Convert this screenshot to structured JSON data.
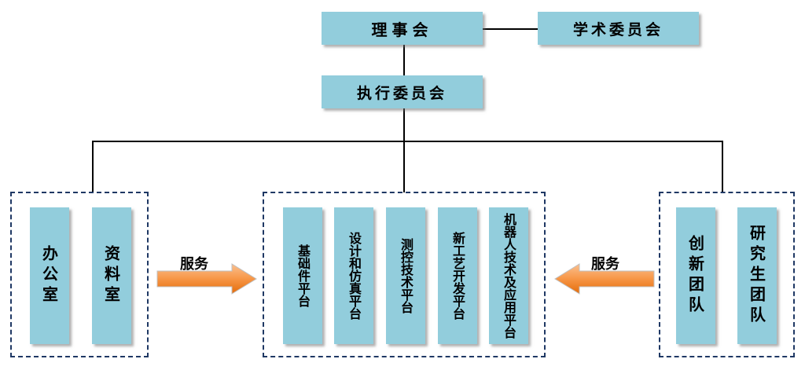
{
  "top": {
    "council": "理事会",
    "academic_committee": "学术委员会",
    "executive_committee": "执行委员会"
  },
  "left_group": {
    "office": "办公室",
    "archives": "资料室"
  },
  "platforms": [
    "基础件平台",
    "设计和仿真平台",
    "测控技术平台",
    "新工艺开发平台",
    "机器人技术及应用平台"
  ],
  "right_group": {
    "innovation_team": "创新团队",
    "graduate_team": "研究生团队"
  },
  "service_label_left": "服务",
  "service_label_right": "服务",
  "colors": {
    "box_fill": "#92CDDC",
    "dashed_border": "#1F3864",
    "arrow_fill": "#F79646"
  }
}
